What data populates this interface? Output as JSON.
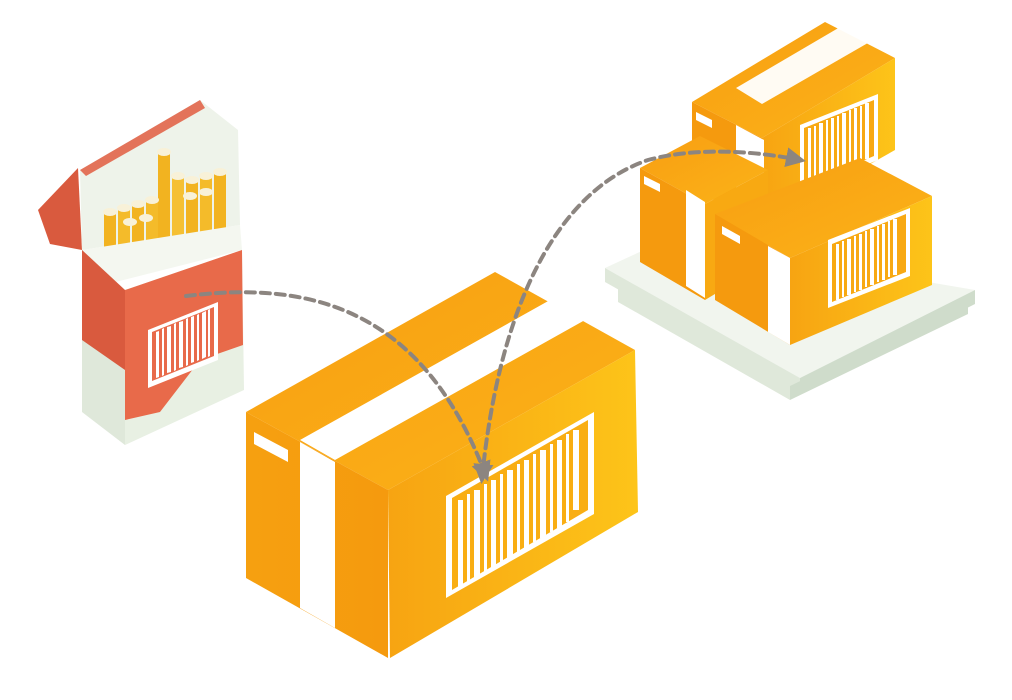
{
  "diagram": {
    "nodes": [
      {
        "id": "pack",
        "kind": "cigarette-pack",
        "colors": {
          "primary": "#e86a4a",
          "accent": "#f2b320",
          "paper": "#e9f1e4"
        }
      },
      {
        "id": "case",
        "kind": "case-box",
        "colors": {
          "primary": "#f7a513",
          "dark": "#ef8f0c",
          "light": "#fcc21b",
          "band": "#ffffff"
        }
      },
      {
        "id": "pallet",
        "kind": "pallet-of-boxes",
        "colors": {
          "primary": "#f7a513",
          "pallet": "#e6eee2"
        }
      }
    ],
    "edges": [
      {
        "from": "pack",
        "to": "case",
        "style": "dashed",
        "arrow": "end",
        "color": "#8c8580"
      },
      {
        "from": "case",
        "to": "pallet",
        "style": "dashed",
        "arrow": "both",
        "color": "#8c8580"
      }
    ]
  }
}
